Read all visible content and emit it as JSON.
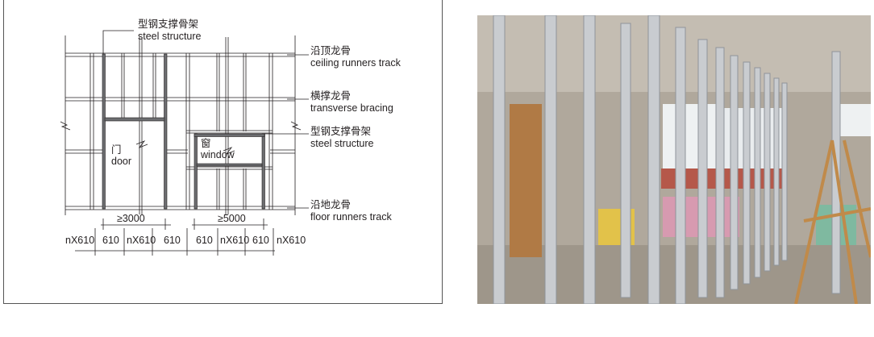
{
  "diagram": {
    "top_label": {
      "zh": "型钢支撑骨架",
      "en": "steel structure"
    },
    "right_labels": [
      {
        "zh": "沿顶龙骨",
        "en": "ceiling runners track"
      },
      {
        "zh": "横撑龙骨",
        "en": "transverse bracing"
      },
      {
        "zh": "型钢支撑骨架",
        "en": "steel structure"
      },
      {
        "zh": "沿地龙骨",
        "en": "floor runners track"
      }
    ],
    "door": {
      "zh": "门",
      "en": "door"
    },
    "window": {
      "zh": "窗",
      "en": "window"
    },
    "opening_dims": [
      "≥3000",
      "≥5000"
    ],
    "spacing_dims": [
      "nX610",
      "610",
      "nX610",
      "610",
      "610",
      "nX610",
      "610",
      "nX610"
    ]
  },
  "photo": {
    "subject": "steel-stud-partition-photo",
    "colors": {
      "stud": "#c9ccd0",
      "wood": "#c08a4a",
      "radiator": "#d79ab0"
    }
  }
}
